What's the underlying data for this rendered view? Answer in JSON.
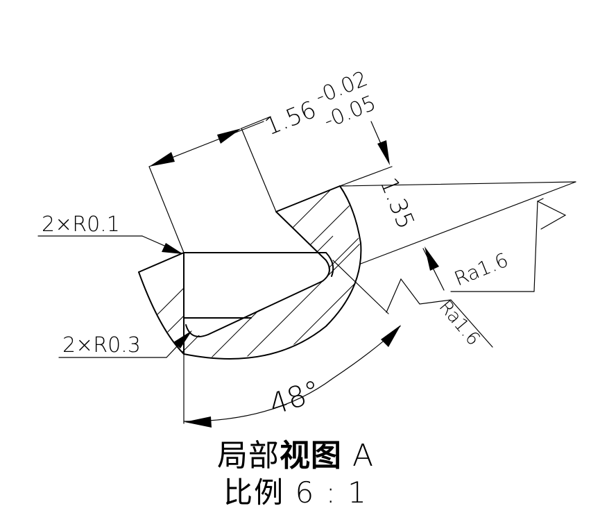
{
  "drawing": {
    "dimensions": {
      "width_nominal": "1.56",
      "upper_tolerance": "-0.02",
      "lower_tolerance": "-0.05",
      "depth": "1.35",
      "angle": "48°"
    },
    "radius_callouts": {
      "upper": "2×R0.1",
      "lower": "2×R0.3"
    },
    "roughness": {
      "upper": "Ra1.6",
      "lower": "Ra1.6"
    },
    "title": {
      "view_prefix": "局部",
      "view_bold": "视图",
      "view_letter": "A",
      "scale": "比例 6 : 1"
    }
  }
}
